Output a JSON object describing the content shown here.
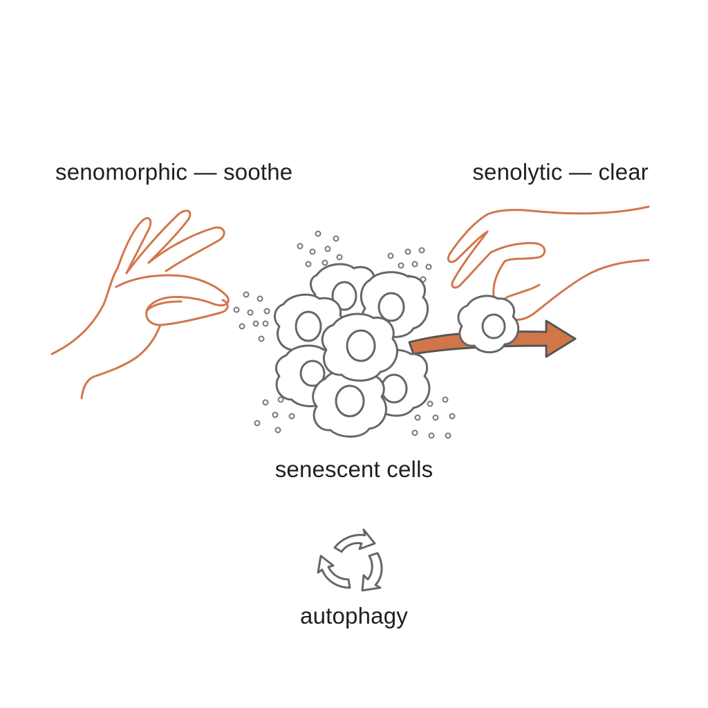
{
  "labels": {
    "senomorphic": "senomorphic — soothe",
    "senolytic": "senolytic — clear",
    "senescent": "senescent cells",
    "autophagy": "autophagy"
  },
  "colors": {
    "hand_stroke": "#d2764a",
    "arrow_fill": "#d2764a",
    "arrow_stroke": "#555555",
    "cell_stroke": "#666666",
    "dot_stroke": "#777777",
    "text": "#1f1f1f"
  },
  "icons": {
    "left_hand": "pinching-hand-icon",
    "right_hand": "grasping-hand-icon",
    "cycle": "recycle-arrows-icon"
  }
}
